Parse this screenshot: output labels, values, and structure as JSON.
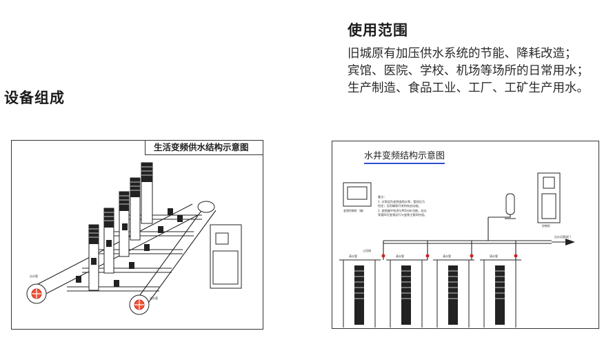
{
  "usage": {
    "title": "使用范围",
    "lines": [
      "旧城原有加压供水系统的节能、降耗改造；",
      "宾馆、医院、学校、机场等场所的日常用水；",
      "生产制造、食品工业、工厂、工矿生产用水。"
    ]
  },
  "equipment": {
    "title": "设备组成"
  },
  "diagram_left": {
    "title": "生活变频供水结构示意图",
    "label_outlet": "出水管",
    "label_inlet": "进水管"
  },
  "diagram_right": {
    "title": "水井变频结构示意图",
    "panel_label": "变频控制柜（箱）",
    "note_lines": [
      "备注：",
      "1. 水泵组为变频变频水泵，管网压力",
      "恒定；及用确保开关和先启动组。",
      "2. 变频器中检测与PID分析功能，若水",
      "泵管网可变频运行与变频主管网共组。"
    ],
    "well_labels": [
      "清水管",
      "清水管",
      "清水管",
      "清水管"
    ],
    "valve_label": "止回阀",
    "outlet_label": "出水总管阀门",
    "cabinet_label": "控制柜"
  }
}
